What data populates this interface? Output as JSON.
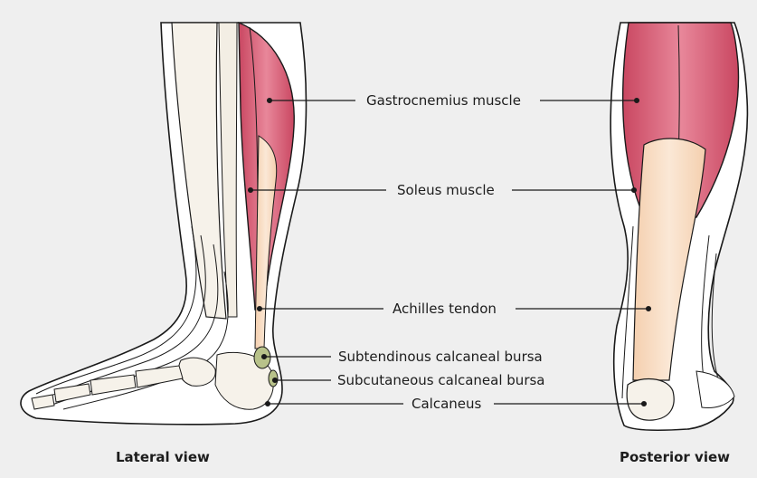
{
  "labels": {
    "gastrocnemius": "Gastrocnemius muscle",
    "soleus": "Soleus muscle",
    "achilles": "Achilles tendon",
    "subtendinous": "Subtendinous calcaneal bursa",
    "subcutaneous": "Subcutaneous calcaneal bursa",
    "calcaneus": "Calcaneus"
  },
  "views": {
    "lateral": "Lateral view",
    "posterior": "Posterior view"
  },
  "colors": {
    "background": "#efefef",
    "skin": "#ffffff",
    "muscle": "#df6e84",
    "muscle_dark": "#b8384f",
    "tendon": "#f7dcc0",
    "bone": "#f6f2ea",
    "line": "#1a1a1a"
  }
}
